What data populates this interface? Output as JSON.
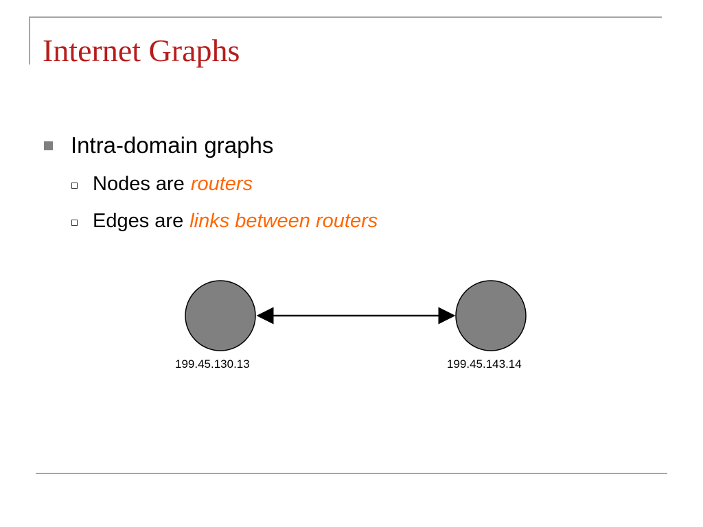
{
  "slide": {
    "title": "Internet Graphs",
    "bullets": [
      {
        "text": "Intra-domain graphs",
        "sub": [
          {
            "prefix": "Nodes are",
            "emphasis": "routers"
          },
          {
            "prefix": "Edges are",
            "emphasis": "links between routers"
          }
        ]
      }
    ]
  },
  "diagram": {
    "nodes": [
      {
        "label": "199.45.130.13"
      },
      {
        "label": "199.45.143.14"
      }
    ],
    "edge": {
      "direction": "bidirectional"
    }
  },
  "colors": {
    "title": "#b71c1c",
    "emphasis": "#ff6600",
    "node_fill": "#808080",
    "rule": "#a6a6a6"
  }
}
